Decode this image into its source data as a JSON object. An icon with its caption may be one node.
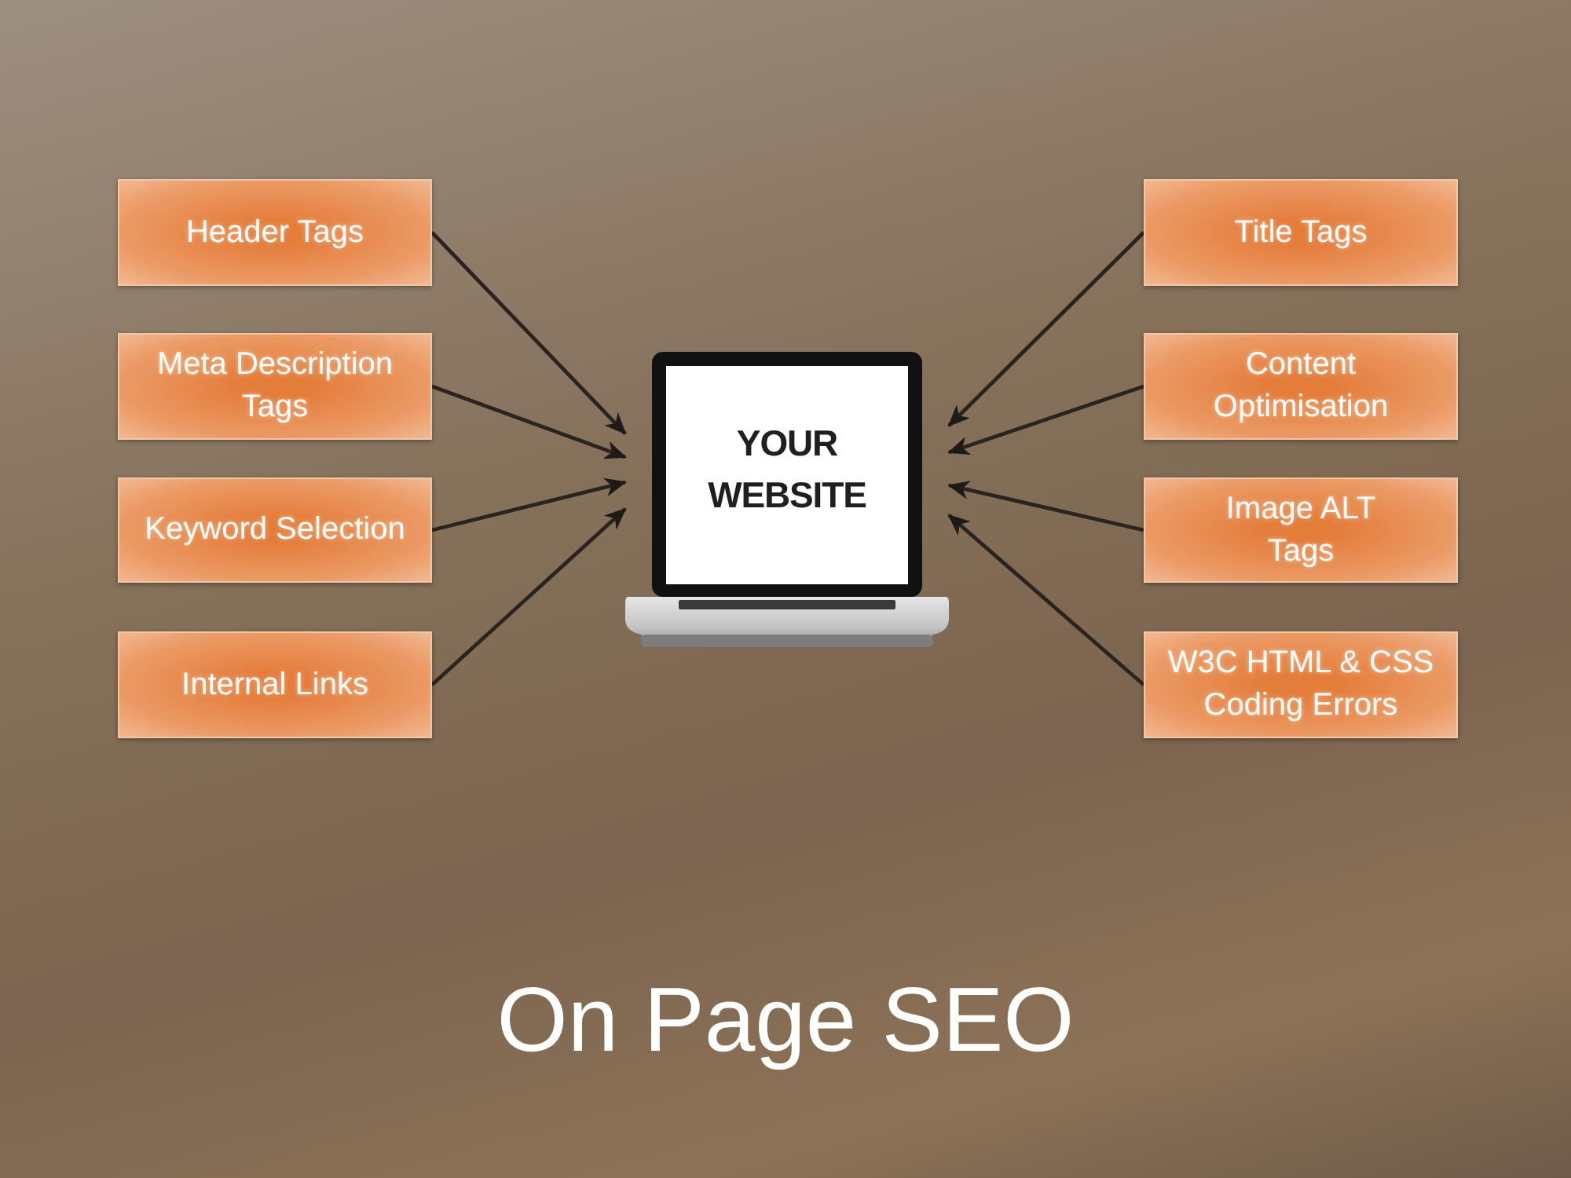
{
  "diagram": {
    "title": "On Page SEO",
    "nodes": [
      {
        "text": [
          "Header Tags"
        ]
      },
      {
        "text": [
          "Meta Description Tags"
        ]
      },
      {
        "text": [
          "Keyword Selection"
        ]
      },
      {
        "text": [
          "Internal Links"
        ]
      },
      {
        "text": [
          "YOUR WEBSITE"
        ]
      },
      {
        "text": [
          "Title Tags"
        ]
      },
      {
        "text": [
          "Content Optimisation"
        ]
      },
      {
        "text": [
          "Image ALT Tags"
        ]
      },
      {
        "text": [
          "W3C HTML & CSS Coding Errors"
        ]
      }
    ],
    "edges": [
      {
        "from": 0,
        "to": 4,
        "arrow": "to"
      },
      {
        "from": 1,
        "to": 4,
        "arrow": "to"
      },
      {
        "from": 2,
        "to": 4,
        "arrow": "to"
      },
      {
        "from": 3,
        "to": 4,
        "arrow": "to"
      },
      {
        "from": 5,
        "to": 4,
        "arrow": "to"
      },
      {
        "from": 6,
        "to": 4,
        "arrow": "to"
      },
      {
        "from": 7,
        "to": 4,
        "arrow": "to"
      },
      {
        "from": 8,
        "to": 4,
        "arrow": "to"
      }
    ]
  }
}
